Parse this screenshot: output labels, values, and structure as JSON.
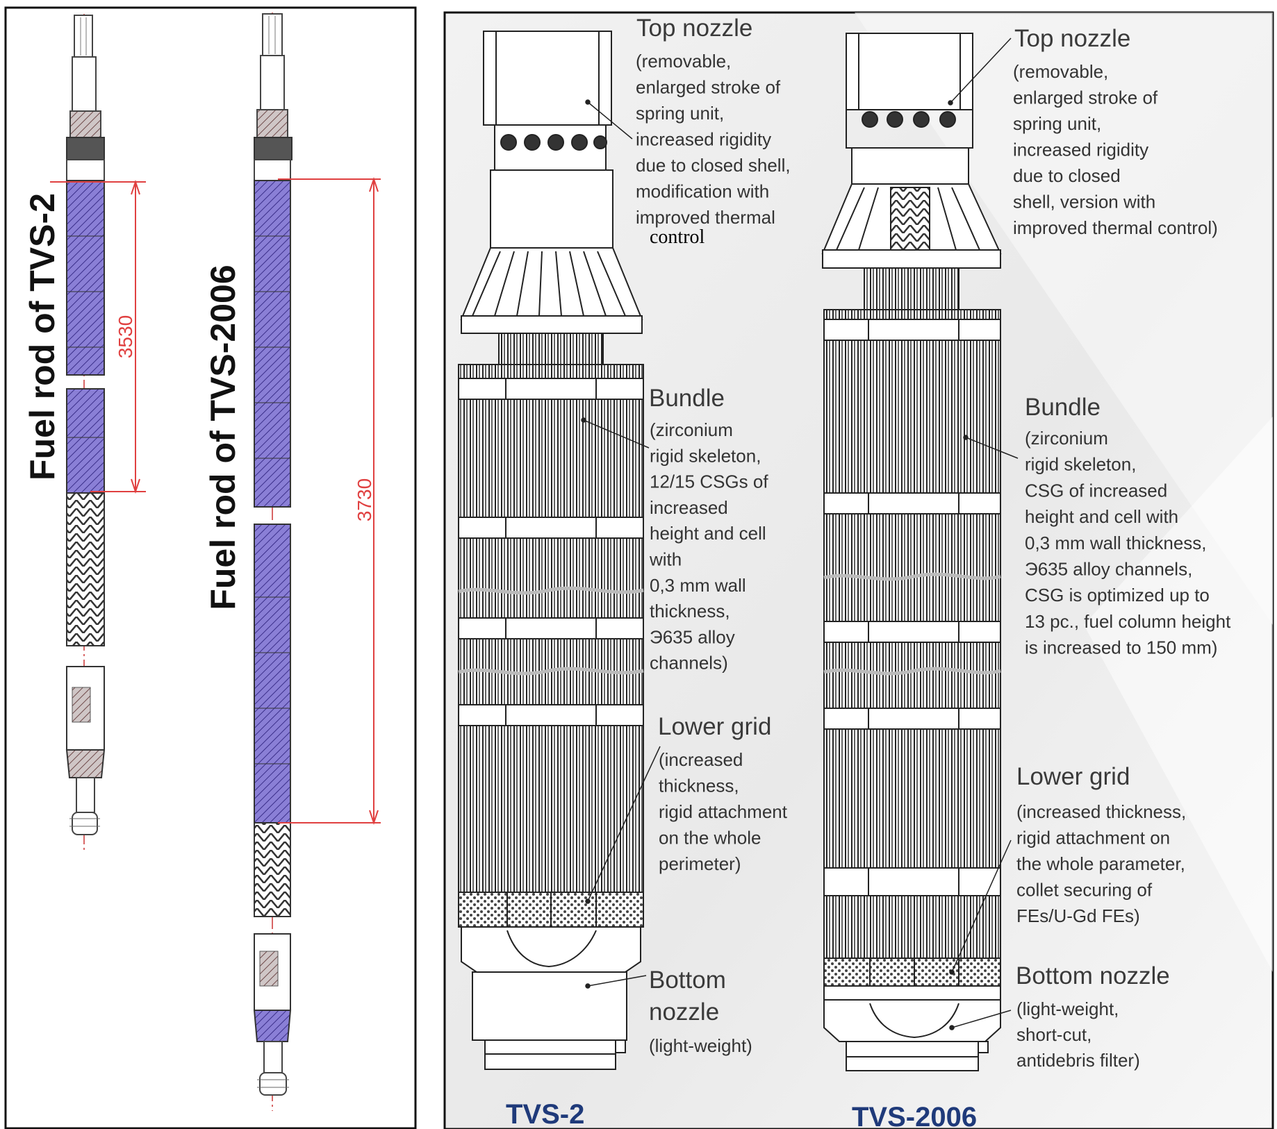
{
  "left_panel": {
    "rod_titles": {
      "tvs2": "Fuel rod of TVS-2",
      "tvs2006": "Fuel rod of TVS-2006"
    },
    "dimensions": {
      "tvs2": "3530",
      "tvs2006": "3730"
    }
  },
  "right_panel": {
    "tvs2": {
      "name": "TVS-2",
      "top_nozzle": {
        "title": "Top nozzle",
        "lines": [
          "(removable,",
          "enlarged stroke of",
          "spring unit,",
          "increased rigidity",
          "due to closed shell,",
          "modification with",
          "improved thermal"
        ],
        "extra": "control"
      },
      "bundle": {
        "title": "Bundle",
        "lines": [
          "(zirconium",
          "rigid skeleton,",
          "12/15 CSGs of",
          "increased",
          "height and cell",
          "with",
          "0,3 mm wall",
          "thickness,",
          "Э635 alloy",
          "channels)"
        ]
      },
      "lower_grid": {
        "title": "Lower grid",
        "lines": [
          "(increased",
          "thickness,",
          "rigid attachment",
          "on the whole",
          "perimeter)"
        ]
      },
      "bottom_nozzle": {
        "title_lines": [
          "Bottom",
          "nozzle"
        ],
        "lines": [
          "(light-weight)"
        ]
      }
    },
    "tvs2006": {
      "name": "TVS-2006",
      "top_nozzle": {
        "title": "Top nozzle",
        "lines": [
          "(removable,",
          "enlarged stroke of",
          "spring unit,",
          "increased rigidity",
          "due to closed",
          "shell, version with",
          "improved thermal control)"
        ]
      },
      "bundle": {
        "title": "Bundle",
        "lines": [
          "(zirconium",
          "rigid skeleton,",
          "CSG of increased",
          "height and cell with",
          "0,3 mm wall thickness,",
          "Э635 alloy channels,",
          "CSG is optimized up to",
          "13 pc., fuel column height",
          "is increased to 150 mm)"
        ]
      },
      "lower_grid": {
        "title": "Lower grid",
        "lines": [
          "(increased thickness,",
          "rigid attachment on",
          "the whole parameter,",
          "collet securing of",
          "FEs/U-Gd FEs)"
        ]
      },
      "bottom_nozzle": {
        "title": "Bottom nozzle",
        "lines": [
          "(light-weight,",
          "short-cut,",
          "antidebris filter)"
        ]
      }
    }
  },
  "colors": {
    "rod_fill": "#7f6fd0",
    "dimension_red": "#e04040",
    "frame": "#111111",
    "assembly_line": "#222222"
  }
}
